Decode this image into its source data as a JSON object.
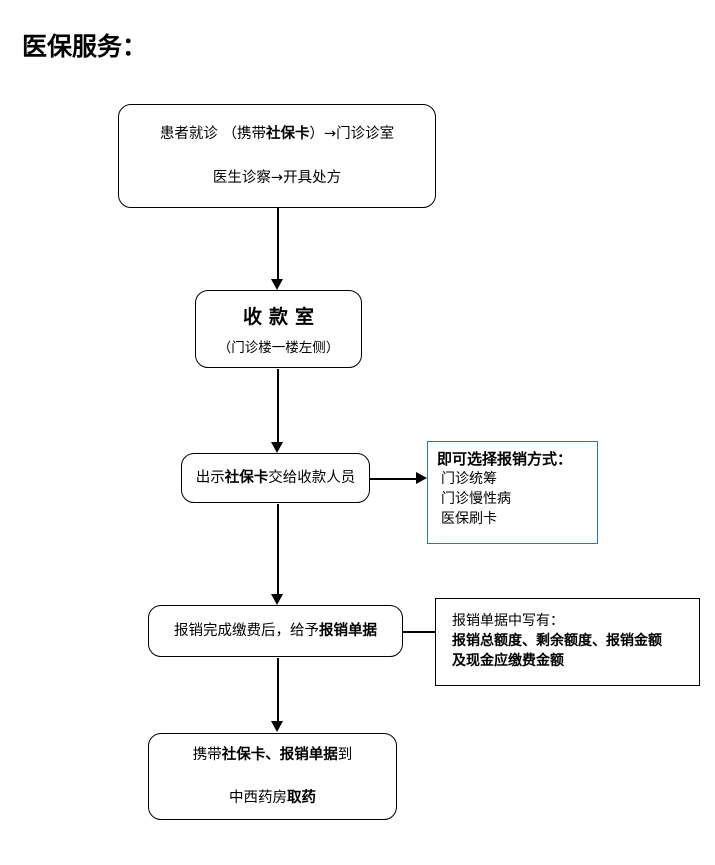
{
  "title": "医保服务：",
  "flow": {
    "nodes": [
      {
        "id": "visit",
        "shape": "rounded-rect",
        "line1_pre": "患者就诊 （携带",
        "line1_bold": "社保卡",
        "line1_post": "）→门诊诊室",
        "line2": "医生诊察→开具处方"
      },
      {
        "id": "cashier",
        "shape": "rounded-rect",
        "heading": "收款室",
        "sub": "（门诊楼一楼左侧）"
      },
      {
        "id": "showcard",
        "shape": "rounded-rect",
        "line1_pre": "出示",
        "line1_bold": "社保卡",
        "line1_post": "交给收款人员"
      },
      {
        "id": "receipt",
        "shape": "rounded-rect",
        "line1_pre": "报销完成缴费后，给予",
        "line1_bold": "报销单据",
        "line1_post": ""
      },
      {
        "id": "pharmacy",
        "shape": "rounded-rect",
        "line1_pre": "携带",
        "line1_bold": "社保卡、报销单据",
        "line1_post": "到",
        "line2_pre": "中西药房",
        "line2_bold": "取药"
      }
    ]
  },
  "annotations": {
    "methods": {
      "header": "即可选择报销方式：",
      "items": [
        "门诊统筹",
        "门诊慢性病",
        "医保刷卡"
      ],
      "border_color": "#2E75B6"
    },
    "receipt_detail": {
      "header": "报销单据中写有：",
      "bold_line1": "报销总额度、剩余额度、报销金额",
      "bold_line2": "及现金应缴费金额",
      "border_color": "#000000"
    }
  }
}
